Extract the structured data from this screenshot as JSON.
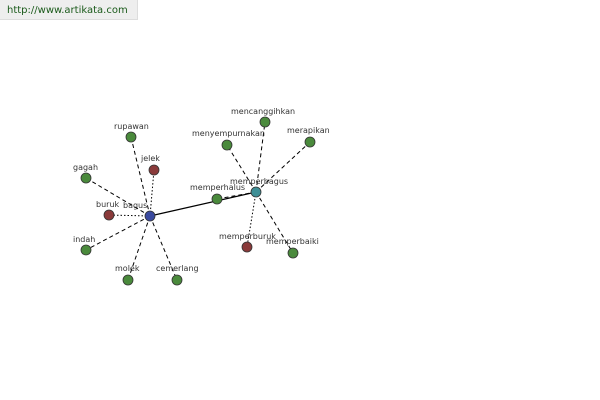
{
  "site": {
    "url": "http://www.artikata.com"
  },
  "colors": {
    "synonym": "#4a8a3c",
    "antonym": "#8a3a3a",
    "root": "#3a4aa0",
    "derived": "#3e8f96",
    "node_stroke": "#333333",
    "edge": "#000000"
  },
  "nodes": [
    {
      "id": "bagus",
      "label": "bagus",
      "kind": "root"
    },
    {
      "id": "memperbagus",
      "label": "memperbagus",
      "kind": "derived"
    },
    {
      "id": "rupawan",
      "label": "rupawan",
      "kind": "synonym"
    },
    {
      "id": "jelek",
      "label": "jelek",
      "kind": "antonym"
    },
    {
      "id": "gagah",
      "label": "gagah",
      "kind": "synonym"
    },
    {
      "id": "buruk",
      "label": "buruk",
      "kind": "antonym"
    },
    {
      "id": "indah",
      "label": "indah",
      "kind": "synonym"
    },
    {
      "id": "molek",
      "label": "molek",
      "kind": "synonym"
    },
    {
      "id": "cemerlang",
      "label": "cemerlang",
      "kind": "synonym"
    },
    {
      "id": "memperhalus",
      "label": "memperhalus",
      "kind": "synonym"
    },
    {
      "id": "menyempurnakan",
      "label": "menyempurnakan",
      "kind": "synonym"
    },
    {
      "id": "mencanggihkan",
      "label": "mencanggihkan",
      "kind": "synonym"
    },
    {
      "id": "merapikan",
      "label": "merapikan",
      "kind": "synonym"
    },
    {
      "id": "memperburuk",
      "label": "memperburuk",
      "kind": "antonym"
    },
    {
      "id": "memperbaiki",
      "label": "memperbaiki",
      "kind": "synonym"
    }
  ],
  "edges": [
    {
      "from": "bagus",
      "to": "memperbagus",
      "style": "solid"
    },
    {
      "from": "bagus",
      "to": "rupawan",
      "style": "dashed"
    },
    {
      "from": "bagus",
      "to": "jelek",
      "style": "dotted"
    },
    {
      "from": "bagus",
      "to": "gagah",
      "style": "dashed"
    },
    {
      "from": "bagus",
      "to": "buruk",
      "style": "dotted"
    },
    {
      "from": "bagus",
      "to": "indah",
      "style": "dashed"
    },
    {
      "from": "bagus",
      "to": "molek",
      "style": "dashed"
    },
    {
      "from": "bagus",
      "to": "cemerlang",
      "style": "dashed"
    },
    {
      "from": "memperbagus",
      "to": "memperhalus",
      "style": "dashed"
    },
    {
      "from": "memperbagus",
      "to": "menyempurnakan",
      "style": "dashed"
    },
    {
      "from": "memperbagus",
      "to": "mencanggihkan",
      "style": "dashed"
    },
    {
      "from": "memperbagus",
      "to": "merapikan",
      "style": "dashed"
    },
    {
      "from": "memperbagus",
      "to": "memperburuk",
      "style": "dotted"
    },
    {
      "from": "memperbagus",
      "to": "memperbaiki",
      "style": "dashed"
    }
  ]
}
